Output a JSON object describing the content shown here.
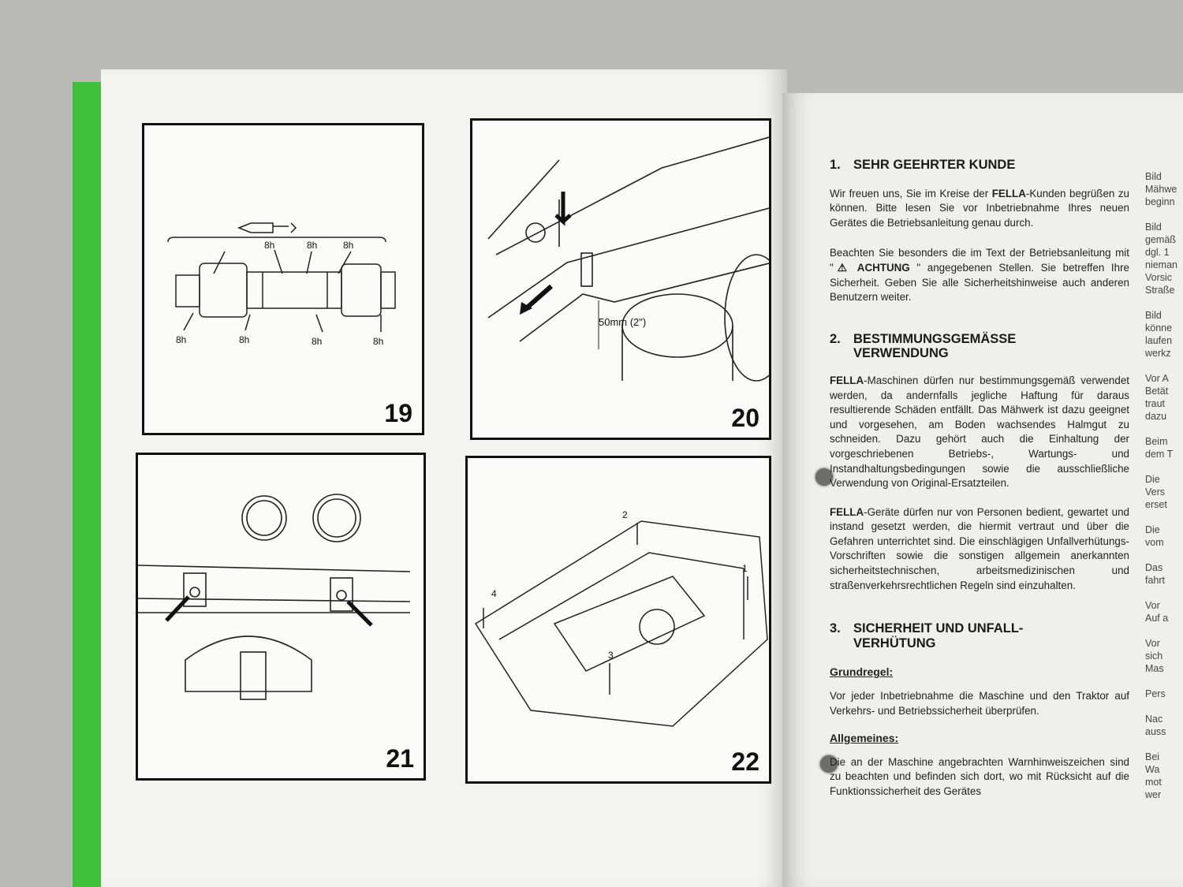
{
  "figures": [
    {
      "number": "19",
      "labels": [
        "8h",
        "8h",
        "8h",
        "8h",
        "8h",
        "8h",
        "8h"
      ]
    },
    {
      "number": "20",
      "measure": "50mm (2\")"
    },
    {
      "number": "21"
    },
    {
      "number": "22",
      "callouts": [
        "2",
        "1",
        "4",
        "3"
      ]
    }
  ],
  "sections": {
    "s1": {
      "number": "1.",
      "title": "SEHR GEEHRTER KUNDE",
      "p1_a": "Wir freuen uns, Sie im Kreise der ",
      "p1_brand": "FELLA",
      "p1_b": "-Kunden begrüßen zu können. Bitte lesen Sie vor Inbetriebnahme Ihres neuen Gerätes die Betriebsanleitung genau durch.",
      "p2_a": "Beachten Sie besonders die im Text der Betriebsanleitung mit \"",
      "p2_warn": "⚠ ACHTUNG",
      "p2_b": " \" angegebenen Stellen. Sie betreffen Ihre Sicherheit. Geben Sie alle Sicherheitshinweise auch anderen Benutzern weiter."
    },
    "s2": {
      "number": "2.",
      "title_l1": "BESTIMMUNGSGEMÄSSE",
      "title_l2": "VERWENDUNG",
      "p1_brand": "FELLA",
      "p1": "-Maschinen dürfen nur bestimmungsgemäß verwendet werden, da andernfalls jegliche Haftung für daraus resultierende Schäden entfällt. Das Mähwerk ist dazu geeignet und vorgesehen, am Boden wachsendes Halmgut zu schneiden. Dazu gehört auch die Einhaltung der vorgeschriebenen Betriebs-, Wartungs- und Instandhaltungsbedingungen sowie die ausschließliche Verwendung von Original-Ersatzteilen.",
      "p2_brand": "FELLA",
      "p2": "-Geräte dürfen nur von Personen bedient, gewartet und instand gesetzt werden, die hiermit vertraut und über die Gefahren unterrichtet sind. Die einschlägigen Unfallverhütungs-Vorschriften sowie die sonstigen allgemein anerkannten sicherheitstechnischen, arbeitsmedizinischen und straßenverkehrsrechtlichen Regeln sind einzuhalten."
    },
    "s3": {
      "number": "3.",
      "title_l1": "SICHERHEIT UND UNFALL-",
      "title_l2": "VERHÜTUNG",
      "sub1": "Grundregel:",
      "p1": "Vor jeder Inbetriebnahme die Maschine und den Traktor auf Verkehrs- und Betriebssicherheit überprüfen.",
      "sub2": "Allgemeines:",
      "p2": "Die an der Maschine angebrachten Warnhinweiszeichen sind zu beachten und befinden sich dort, wo mit Rücksicht auf die Funktionssicherheit des Gerätes"
    }
  },
  "edge_fragments": [
    "Bild",
    "Mähwe",
    "beginn",
    "",
    "Bild",
    "gemäß",
    "dgl. 1",
    "nieman",
    "Vorsic",
    "Straße",
    "",
    "Bild",
    "könne",
    "laufen",
    "werkz",
    "",
    "Vor A",
    "Betät",
    "traut",
    "dazu",
    "",
    "Beim",
    "dem T",
    "",
    "Die",
    "Vers",
    "erset",
    "",
    "Die",
    "vom",
    "",
    "Das",
    "fahrt",
    "",
    "Vor",
    "Auf a",
    "",
    "Vor",
    "sich",
    "Mas",
    "",
    "Pers",
    "",
    "Nac",
    "auss",
    "",
    "Bei",
    "Wa",
    "mot",
    "wer"
  ]
}
